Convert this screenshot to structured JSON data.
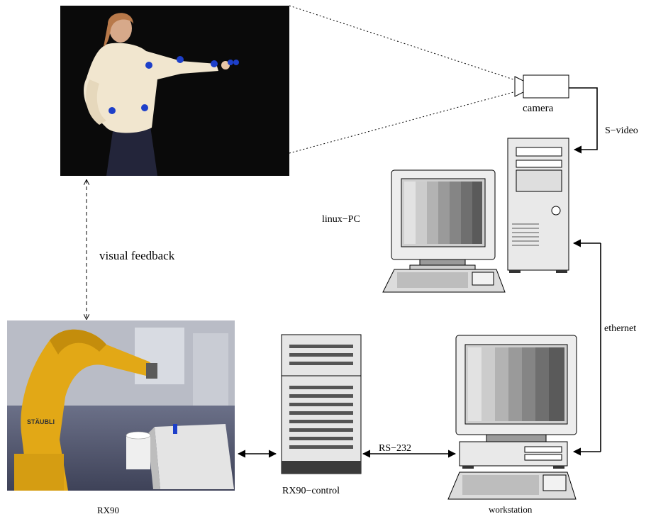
{
  "labels": {
    "camera": "camera",
    "s_video": "S−video",
    "linux_pc": "linux−PC",
    "visual_feedback": "visual feedback",
    "ethernet": "ethernet",
    "rs232": "RS−232",
    "rx90_control": "RX90−control",
    "rx90": "RX90",
    "workstation": "workstation"
  },
  "photo_marks": {
    "robot_brand": "STÄUBLI"
  },
  "colors": {
    "photo_background_dark": "#0a0a0a",
    "sweater": "#f1e6cf",
    "marker_blue": "#1d3fc9",
    "robot_yellow": "#e2a816",
    "controller_base": "#3a3a3a"
  }
}
